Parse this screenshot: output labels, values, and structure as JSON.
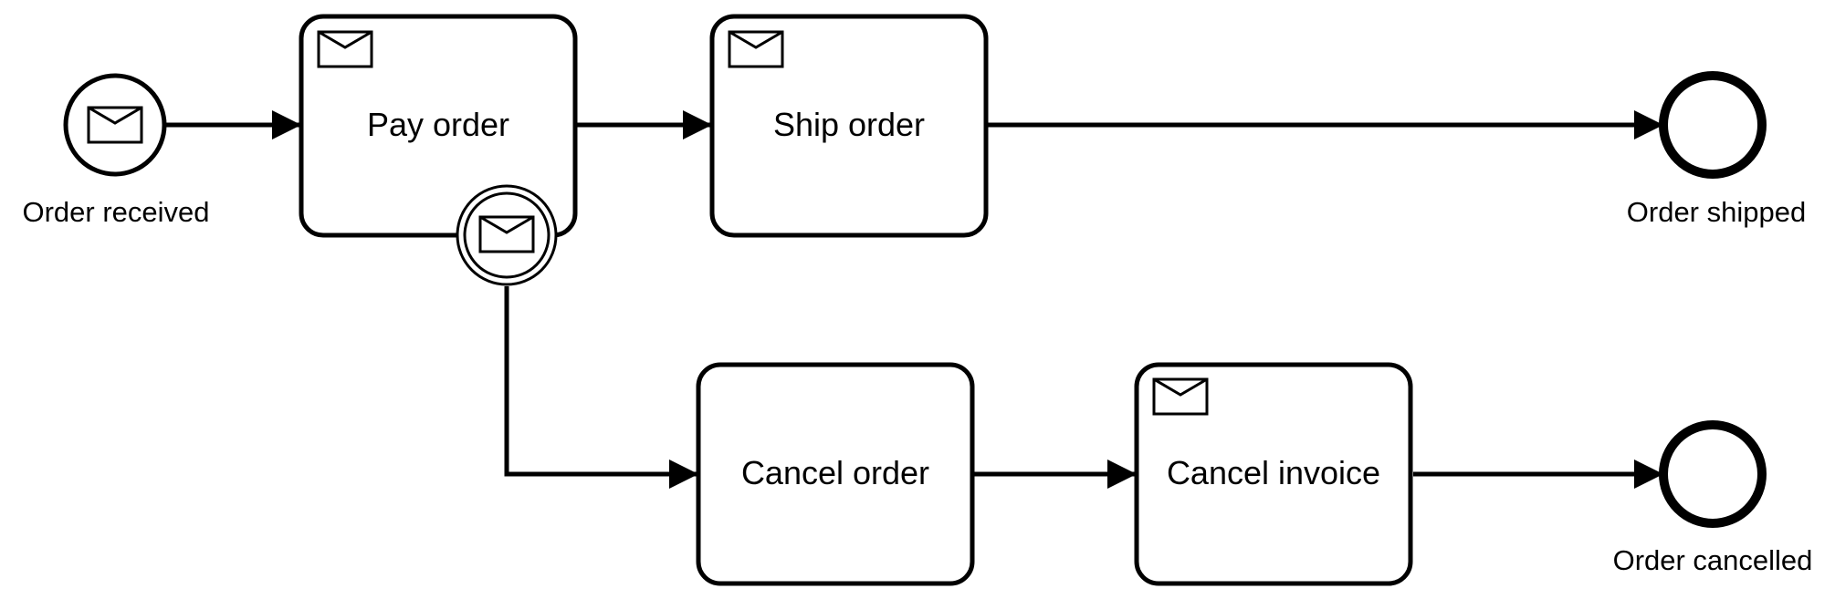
{
  "diagram": {
    "events": {
      "start": {
        "label": "Order received",
        "type": "message-start-event"
      },
      "end_shipped": {
        "label": "Order shipped",
        "type": "end-event"
      },
      "end_cancelled": {
        "label": "Order cancelled",
        "type": "end-event"
      },
      "boundary": {
        "type": "message-boundary-event",
        "attached_to": "Pay order"
      }
    },
    "tasks": {
      "pay_order": {
        "label": "Pay order",
        "type": "receive-task"
      },
      "ship_order": {
        "label": "Ship order",
        "type": "receive-task"
      },
      "cancel_order": {
        "label": "Cancel order",
        "type": "task"
      },
      "cancel_invoice": {
        "label": "Cancel invoice",
        "type": "receive-task"
      }
    },
    "flows": [
      {
        "from": "Order received",
        "to": "Pay order"
      },
      {
        "from": "Pay order",
        "to": "Ship order"
      },
      {
        "from": "Ship order",
        "to": "Order shipped"
      },
      {
        "from": "Pay order boundary event",
        "to": "Cancel order"
      },
      {
        "from": "Cancel order",
        "to": "Cancel invoice"
      },
      {
        "from": "Cancel invoice",
        "to": "Order cancelled"
      }
    ],
    "colors": {
      "stroke": "#000000",
      "fill": "#ffffff"
    }
  }
}
